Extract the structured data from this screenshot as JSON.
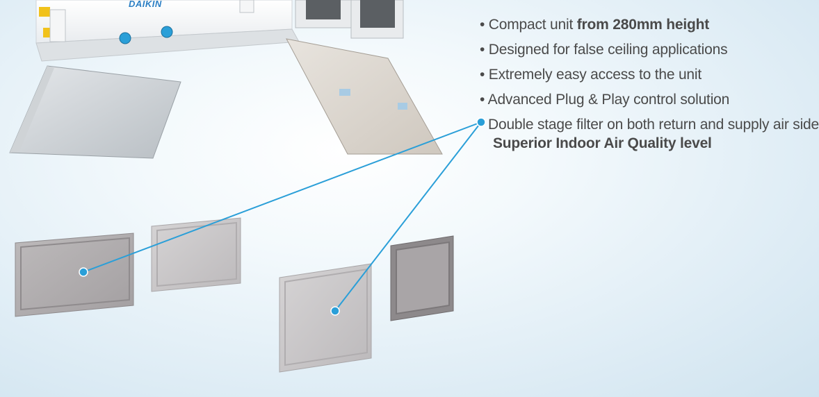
{
  "brand": {
    "logo_text": "DAIKIN",
    "accent_color": "#2a9fd8"
  },
  "features": [
    {
      "prefix": "Compact unit ",
      "bold": "from 280mm height",
      "suffix": ""
    },
    {
      "prefix": "Designed for false ceiling applications",
      "bold": "",
      "suffix": ""
    },
    {
      "prefix": "Extremely easy access to the unit",
      "bold": "",
      "suffix": ""
    },
    {
      "prefix": "Advanced Plug & Play control solution",
      "bold": "",
      "suffix": ""
    },
    {
      "prefix": "Double stage filter on both return and supply air side",
      "bold": "",
      "suffix": "",
      "subline": "Superior Indoor Air Quality level"
    }
  ],
  "bullet_char": "•"
}
